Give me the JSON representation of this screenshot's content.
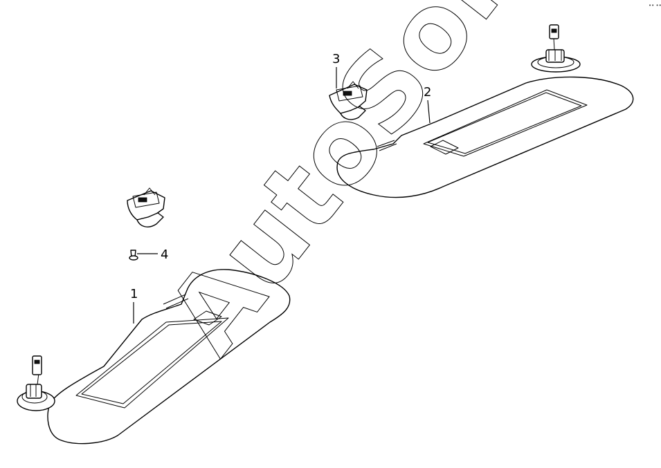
{
  "diagram": {
    "callouts": [
      {
        "id": "1",
        "label": "1"
      },
      {
        "id": "2",
        "label": "2"
      },
      {
        "id": "3",
        "label": "3"
      },
      {
        "id": "4",
        "label": "4"
      }
    ],
    "watermark": "AutoSoft",
    "corner_mark": "•• •••"
  }
}
